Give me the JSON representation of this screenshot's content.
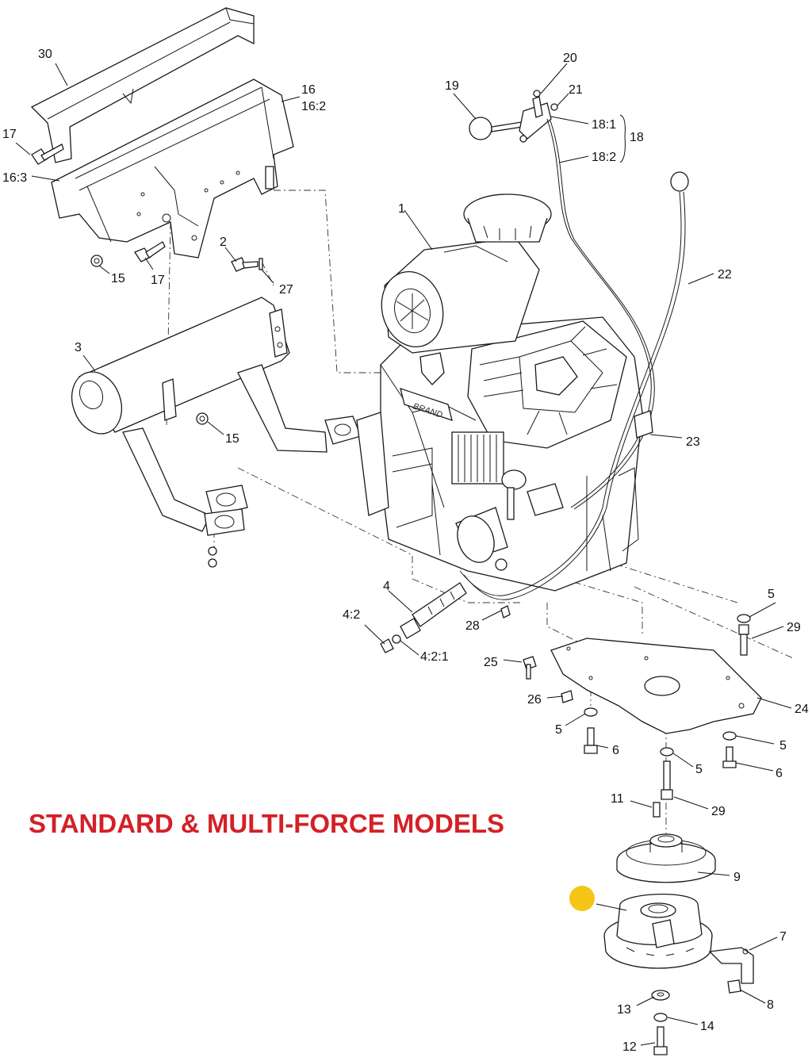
{
  "title": "STANDARD & MULTI-FORCE MODELS",
  "colors": {
    "title": "#d42027",
    "highlight": "#f5c518",
    "line": "#1a1a1a"
  },
  "engine_brand": "BRAND",
  "callouts": {
    "c1": "1",
    "c2": "2",
    "c3": "3",
    "c4": "4",
    "c4_2": "4:2",
    "c4_2_1": "4:2:1",
    "c5a": "5",
    "c5b": "5",
    "c5c": "5",
    "c5d": "5",
    "c6a": "6",
    "c6b": "6",
    "c7": "7",
    "c8": "8",
    "c9": "9",
    "c11": "11",
    "c12": "12",
    "c13": "13",
    "c14": "14",
    "c15a": "15",
    "c15b": "15",
    "c16": "16",
    "c16_2": "16:2",
    "c16_3": "16:3",
    "c17a": "17",
    "c17b": "17",
    "c18": "18",
    "c18_1": "18:1",
    "c18_2": "18:2",
    "c19": "19",
    "c20": "20",
    "c21": "21",
    "c22": "22",
    "c23": "23",
    "c24": "24",
    "c25": "25",
    "c26": "26",
    "c27": "27",
    "c28": "28",
    "c29a": "29",
    "c29b": "29",
    "c30": "30"
  }
}
